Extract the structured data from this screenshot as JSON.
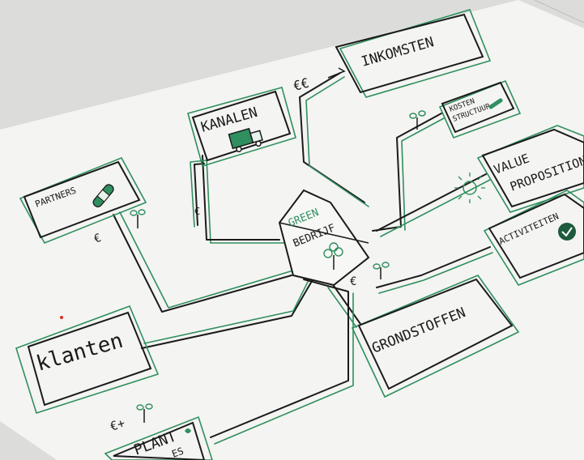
{
  "colors": {
    "ink": "#1b1b1b",
    "green_marker": "#2f8f5e",
    "dark_green": "#1e5a3c",
    "paper": "#f5f5f3",
    "table": "#dcdcda",
    "dot": "#d9302a"
  },
  "boxes": {
    "inkomsten": "INKOMSTEN",
    "kanalen": "KANALEN",
    "kosten_1": "KOSTEN",
    "kosten_2": "STRUCTUUR",
    "value_1": "VALUE",
    "value_2": "PROPOSITION",
    "partners": "PARTNERS",
    "activiteiten": "ACTIVITEITEN",
    "klanten": "klanten",
    "grondstoffen": "GRONDSTOFFEN",
    "plant_1": "PLANT",
    "plant_2": "ES"
  },
  "center": {
    "line1": "GREEN",
    "line2": "BEDRIJF"
  },
  "annotations": {
    "currency_pair": "€€",
    "euro": "€",
    "euro_plus": "€+"
  },
  "icons": [
    "truck-icon",
    "bandage-icon",
    "checkmark-badge-icon",
    "tree-icon",
    "sprout-icon",
    "sun-icon",
    "pen-icon"
  ]
}
